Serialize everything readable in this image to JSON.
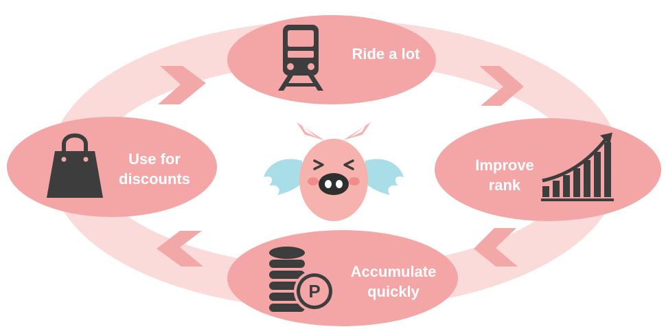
{
  "colors": {
    "ring": "#fbdada",
    "node": "#f4a6a6",
    "chevron": "#f3a8a8",
    "icon": "#3d3d3d",
    "label": "#ffffff",
    "pig_body": "#f6b2ad",
    "wing": "#a9dde8"
  },
  "cycle": {
    "top": {
      "label": "Ride a lot",
      "icon": "train-icon"
    },
    "right": {
      "label_line1": "Improve",
      "label_line2": "rank",
      "icon": "rising-bar-chart-icon"
    },
    "bottom": {
      "label_line1": "Accumulate",
      "label_line2": "quickly",
      "icon": "coins-points-icon"
    },
    "left": {
      "label_line1": "Use for",
      "label_line2": "discounts",
      "icon": "shopping-bag-icon"
    }
  },
  "mascot": {
    "icon": "flying-pig-icon"
  },
  "coin_badge": "P"
}
